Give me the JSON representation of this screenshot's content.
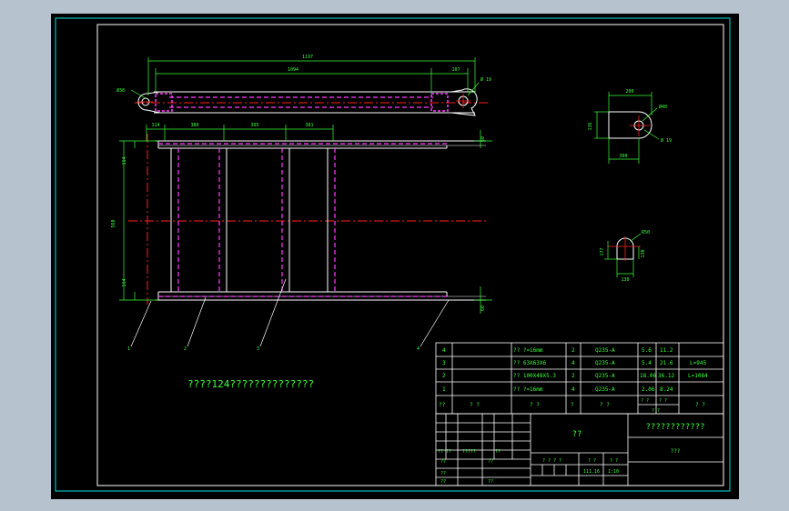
{
  "colors": {
    "background": "#b6c2cd",
    "sheet": "#000000",
    "frame": "#00e5e5",
    "object": "#ffffff",
    "hidden": "#ff3cff",
    "center": "#ff2020",
    "dimension": "#3cff3c"
  },
  "top_view": {
    "dims": {
      "overall": "1197",
      "inner": "1094",
      "end": "107",
      "dia_left": "Ø38",
      "hole_right": "Ø 19"
    }
  },
  "front_view": {
    "dims": {
      "seg1": "114",
      "seg2": "380",
      "seg3": "395",
      "seg4": "381",
      "height": "560",
      "top_h": "114",
      "bottom_h": "114",
      "right_v": "60",
      "right_bottom": "60"
    },
    "balloons": [
      "1",
      "2",
      "3",
      "4"
    ]
  },
  "detail_a": {
    "dims": {
      "width_top": "200",
      "hole": "Ø40",
      "hole2": "Ø 19",
      "height": "136",
      "width_bottom": "300"
    }
  },
  "detail_b": {
    "dims": {
      "radius": "R50",
      "h1": "177",
      "h2": "130",
      "width": "130"
    }
  },
  "note_text": "????124??????????????",
  "bom": {
    "rows": [
      {
        "no": "4",
        "desc": "?? ?=16mm",
        "qty": "2",
        "mat": "Q235-A",
        "w1": "5.6",
        "w2": "11.2",
        "note": ""
      },
      {
        "no": "3",
        "desc": "?? 63X63X6",
        "qty": "4",
        "mat": "Q235-A",
        "w1": "5.4",
        "w2": "21.6",
        "note": "L=945"
      },
      {
        "no": "2",
        "desc": "?? 100X48X5.3",
        "qty": "2",
        "mat": "Q235-A",
        "w1": "18.06",
        "w2": "36.12",
        "note": "L=1084"
      },
      {
        "no": "1",
        "desc": "?? ?=16mm",
        "qty": "4",
        "mat": "Q235-A",
        "w1": "2.06",
        "w2": "8.24",
        "note": ""
      }
    ],
    "header": {
      "no": "??",
      "code": "?  ?",
      "name": "?  ?",
      "qty": "?",
      "mat": "?  ?",
      "w1": "? ?",
      "w2": "? ?",
      "w_hdr": "? ?",
      "note": "? ?"
    }
  },
  "title_block": {
    "drawing_name": "??",
    "company": "????????????",
    "drawing_no": "???",
    "label_a": "?? ??",
    "label_b": "?????",
    "label_c": "??",
    "label_d": "??",
    "label_e": "??",
    "label_f": "??",
    "label_g": "??",
    "label_h": "??",
    "stage": "? ? ? ?",
    "weight_lbl": "? ?",
    "scale_lbl": "? ?",
    "weight": "111.16",
    "scale": "1:10"
  }
}
